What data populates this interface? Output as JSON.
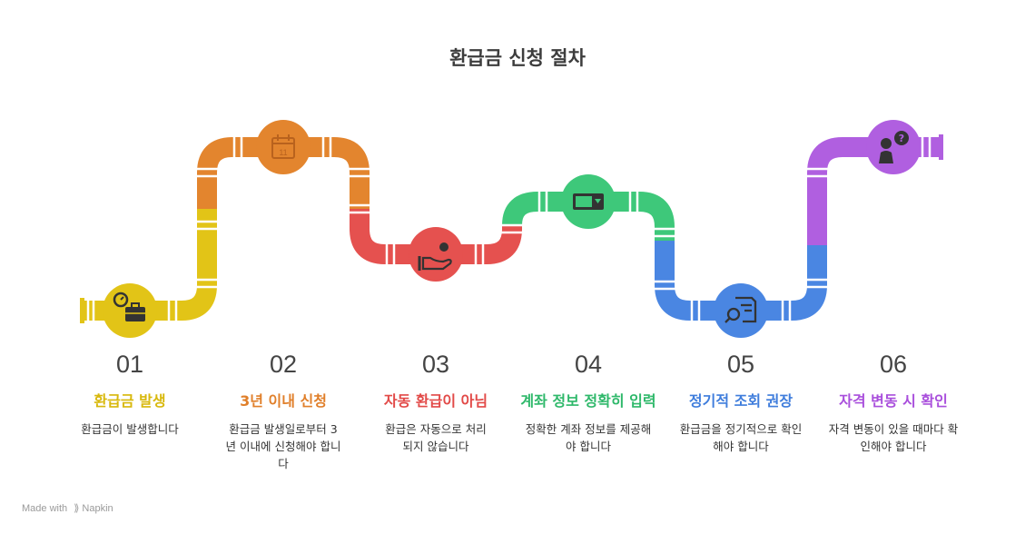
{
  "title": "환급금 신청 절차",
  "steps": [
    {
      "num": "01",
      "title": "환급금 발생",
      "desc": "환급금이 발생합니다",
      "color": "#e2c417",
      "icon": "briefcase-clock-icon"
    },
    {
      "num": "02",
      "title": "3년 이내 신청",
      "desc": "환급금 발생일로부터 3년 이내에 신청해야 합니다",
      "color": "#e3852e",
      "icon": "calendar-icon"
    },
    {
      "num": "03",
      "title": "자동 환급이 아님",
      "desc": "환급은 자동으로 처리되지 않습니다",
      "color": "#e5514f",
      "icon": "hand-coin-icon"
    },
    {
      "num": "04",
      "title": "계좌 정보 정확히 입력",
      "desc": "정확한 계좌 정보를 제공해야 합니다",
      "color": "#3ec87a",
      "icon": "dropdown-field-icon"
    },
    {
      "num": "05",
      "title": "정기적 조회 권장",
      "desc": "환급금을 정기적으로 확인해야 합니다",
      "color": "#4a86e2",
      "icon": "document-search-icon"
    },
    {
      "num": "06",
      "title": "자격 변동 시 확인",
      "desc": "자격 변동이 있을 때마다 확인해야 합니다",
      "color": "#b05fe0",
      "icon": "person-question-icon"
    }
  ],
  "footer": {
    "made_with": "Made with",
    "brand": "Napkin"
  }
}
